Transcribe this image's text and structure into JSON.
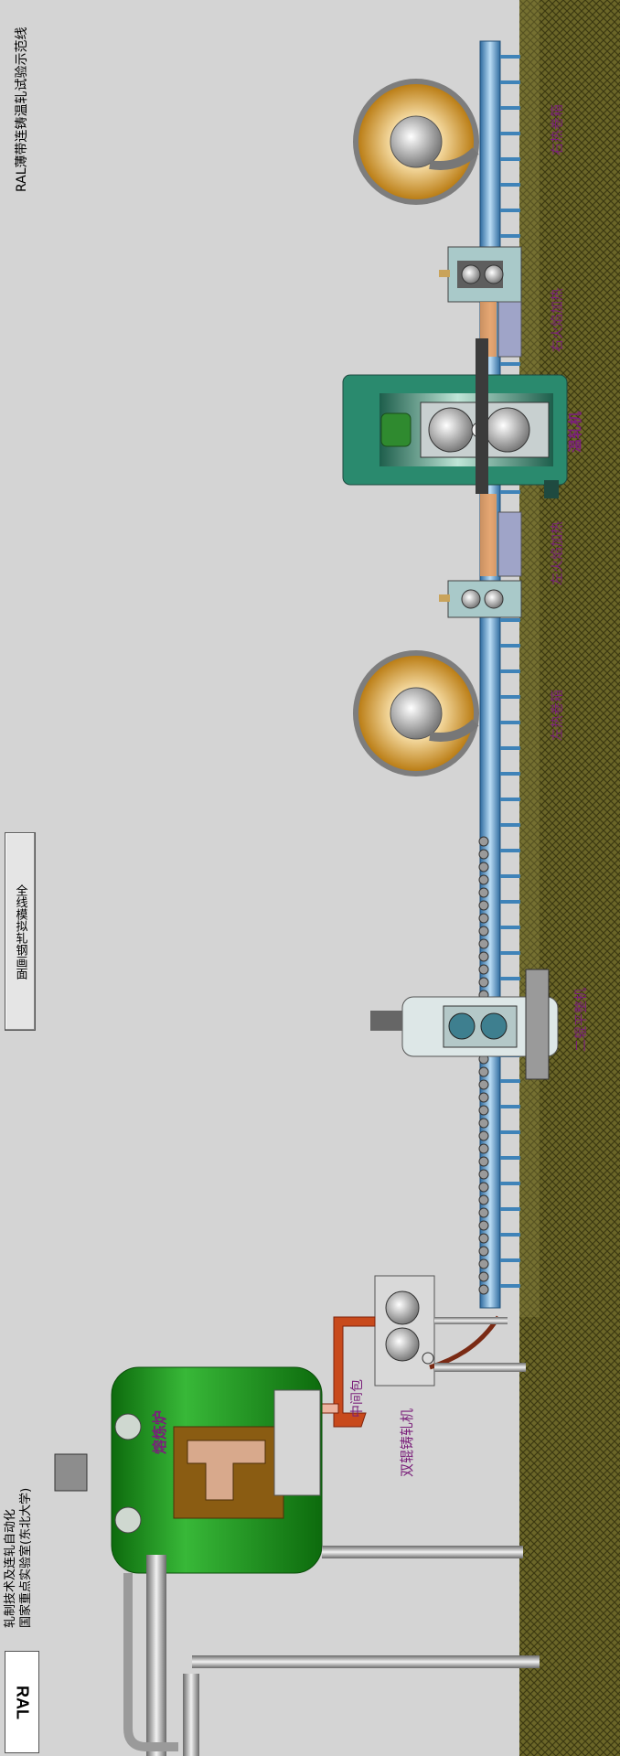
{
  "header": {
    "title": "RAL薄带连铸温轧试验示范线",
    "org_line1": "轧制技术及连轧自动化",
    "org_line2": "国家重点实验室(东北大学)",
    "logo_text": "RAL"
  },
  "view_button": {
    "label": "全线模拟轧钢画面"
  },
  "equipment": {
    "furnace": "熔炼炉",
    "tundish": "中间包",
    "caster": "双辊铸轧机",
    "leveler": "二辊平整机",
    "left_coiler": "左热卷箱",
    "left_heater": "左火焰加热",
    "rolling_mill": "温轧机",
    "right_heater": "右火焰加热",
    "right_coiler": "右热卷箱"
  },
  "colors": {
    "background": "#d4d4d4",
    "ground": "#5f5b22",
    "rail": "#4f8fc4",
    "label_purple": "#7a1f7a",
    "furnace_green": "#1a8c1a",
    "mill_teal": "#2e7d65",
    "coil_orange": "#c8860e"
  }
}
